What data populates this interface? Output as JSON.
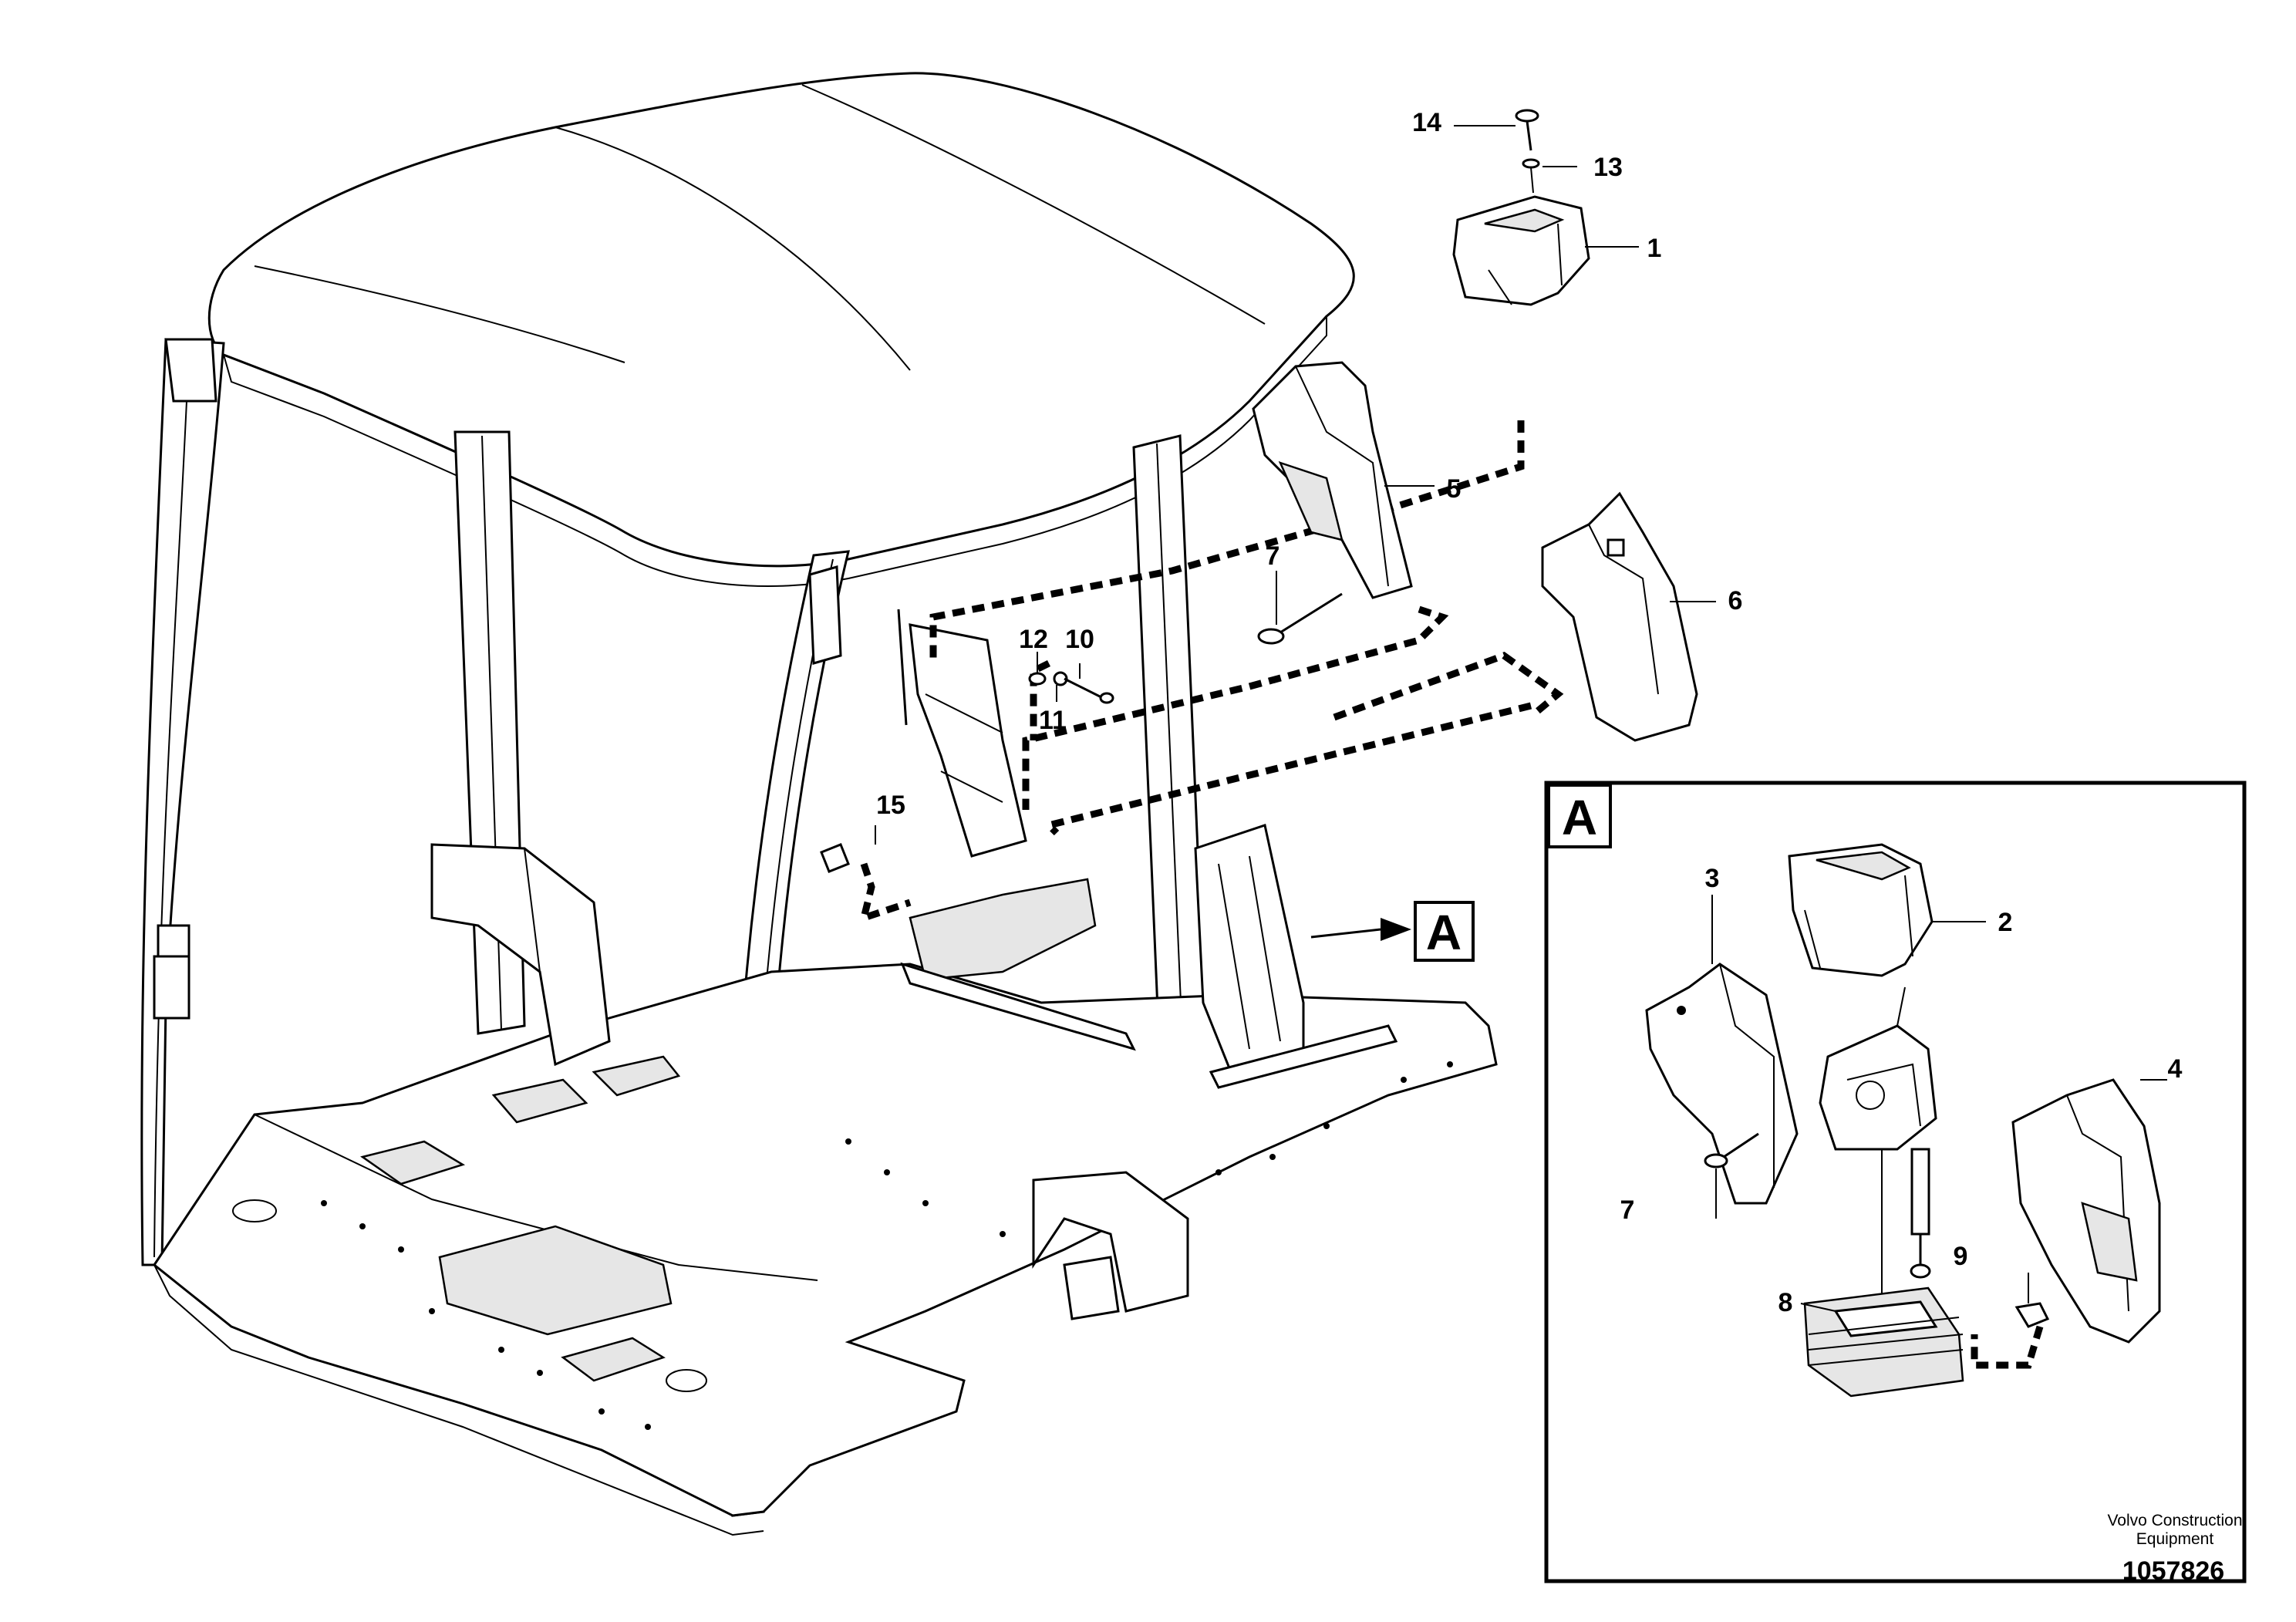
{
  "labels": {
    "p1": "1",
    "p2": "2",
    "p3": "3",
    "p4": "4",
    "p5": "5",
    "p6": "6",
    "p7a": "7",
    "p7b": "7",
    "p8": "8",
    "p9": "9",
    "p10": "10",
    "p11": "11",
    "p12": "12",
    "p13": "13",
    "p14": "14",
    "p15": "15"
  },
  "detail": {
    "callout": "A",
    "inset": "A"
  },
  "footer": {
    "brand_line1": "Volvo Construction",
    "brand_line2": "Equipment",
    "doc_number": "1057826"
  }
}
